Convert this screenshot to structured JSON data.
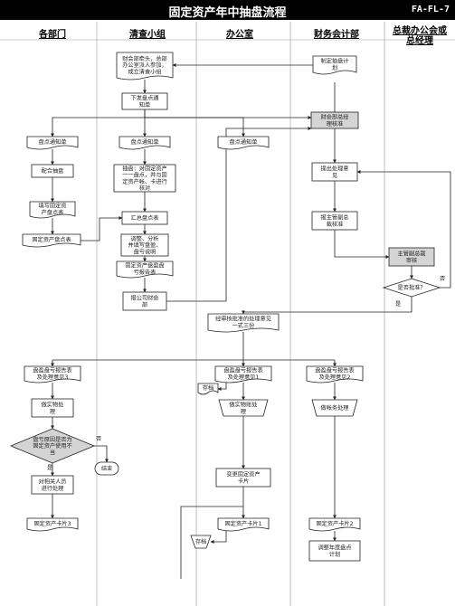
{
  "header": {
    "title": "固定资产年中抽盘流程",
    "code": "FA-FL-7"
  },
  "columns": [
    {
      "id": "dept",
      "label": "各部门"
    },
    {
      "id": "team",
      "label": "清查小组"
    },
    {
      "id": "office",
      "label": "办公室"
    },
    {
      "id": "finance",
      "label": "财务会计部"
    },
    {
      "id": "gm",
      "label": "总裁办公会或\n总经理"
    }
  ],
  "nodes": [
    {
      "id": "n1",
      "text": "财会部牵头，总部\n办公室派人参加，\n成立清查小组"
    },
    {
      "id": "n2",
      "text": "制定抽盘计\n划"
    },
    {
      "id": "n3",
      "text": "下发盘点通\n知单"
    },
    {
      "id": "n4",
      "text": "财会部总经\n理核准"
    },
    {
      "id": "n5",
      "text": "盘点通知单"
    },
    {
      "id": "n6",
      "text": "盘点通知单"
    },
    {
      "id": "n7",
      "text": "盘点通知单"
    },
    {
      "id": "n8",
      "text": "配合抽盘"
    },
    {
      "id": "n9",
      "text": "抽盘：对固定资产\n一一盘点，并与固\n定资产帐、卡进行\n核对"
    },
    {
      "id": "n10",
      "text": "提出处理意\n见"
    },
    {
      "id": "n11",
      "text": "填写固定资\n产盘点表"
    },
    {
      "id": "n12",
      "text": "汇总盘点表"
    },
    {
      "id": "n13",
      "text": "报主管副总\n裁核准"
    },
    {
      "id": "n14",
      "text": "固定资产盘点表"
    },
    {
      "id": "n15",
      "text": "调整、分析\n并填写盘盈、\n盘亏说明"
    },
    {
      "id": "n16",
      "text": "主管副总裁\n审核"
    },
    {
      "id": "n17",
      "text": "固定资产盘盈盘\n亏报告表"
    },
    {
      "id": "n18",
      "text": "是否批准？"
    },
    {
      "id": "n19",
      "text": "报公司财会\n部"
    },
    {
      "id": "n20",
      "text": "经审核批准的处理意见\n一式三份"
    },
    {
      "id": "n21",
      "text": "盘盈盘亏报告表\n及处理意见3"
    },
    {
      "id": "n22",
      "text": "盘盈盘亏报告表\n及处理意见1"
    },
    {
      "id": "n23",
      "text": "盘盈盘亏报告表\n及处理意见2"
    },
    {
      "id": "n24",
      "text": "存档"
    },
    {
      "id": "n25",
      "text": "做实物处\n理"
    },
    {
      "id": "n26",
      "text": "做实物账处\n理"
    },
    {
      "id": "n27",
      "text": "做帐务处理"
    },
    {
      "id": "n28",
      "text": "盘亏原因是否为\n固定资产使用不\n当"
    },
    {
      "id": "n29",
      "text": "结束"
    },
    {
      "id": "n30",
      "text": "对相关人员\n进行处理"
    },
    {
      "id": "n31",
      "text": "变更固定资产\n卡片"
    },
    {
      "id": "n32",
      "text": "固定资产卡片3"
    },
    {
      "id": "n33",
      "text": "固定资产卡片1"
    },
    {
      "id": "n34",
      "text": "固定资产卡片2"
    },
    {
      "id": "n35",
      "text": "存档"
    },
    {
      "id": "n36",
      "text": "调整年度盘点\n计划"
    }
  ],
  "edge_labels": {
    "no_1": "否",
    "yes_1": "是",
    "no_2": "否",
    "yes_2": "是"
  },
  "colors": {
    "line": "#222222",
    "box_fill": "#ffffff",
    "grey_fill": "#d4d4d4",
    "header_bg": "#000000",
    "header_text": "#ffffff"
  }
}
